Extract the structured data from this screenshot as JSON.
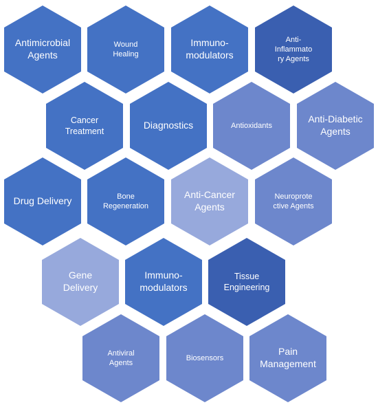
{
  "colors": {
    "medium_blue": "#4472c4",
    "dark_blue": "#3a5fb0",
    "periwinkle": "#6d87cc",
    "light_periwinkle": "#97a9dc"
  },
  "hexagons": [
    {
      "id": "antimicrobial-agents",
      "label": "Antimicrobial\nAgents",
      "color": "#4472c4"
    },
    {
      "id": "wound-healing",
      "label": "Wound\nHealing",
      "color": "#4472c4"
    },
    {
      "id": "immunomodulators-1",
      "label": "Immuno-\nmodulators",
      "color": "#4472c4"
    },
    {
      "id": "anti-inflammatory-agents",
      "label": "Anti-\nInflammato\nry Agents",
      "color": "#3a5fb0"
    },
    {
      "id": "cancer-treatment",
      "label": "Cancer\nTreatment",
      "color": "#4472c4"
    },
    {
      "id": "diagnostics",
      "label": "Diagnostics",
      "color": "#4472c4"
    },
    {
      "id": "antioxidants",
      "label": "Antioxidants",
      "color": "#6d87cc"
    },
    {
      "id": "anti-diabetic-agents",
      "label": "Anti-Diabetic\nAgents",
      "color": "#6d87cc"
    },
    {
      "id": "drug-delivery",
      "label": "Drug Delivery",
      "color": "#4472c4"
    },
    {
      "id": "bone-regeneration",
      "label": "Bone\nRegeneration",
      "color": "#4472c4"
    },
    {
      "id": "anti-cancer-agents",
      "label": "Anti-Cancer\nAgents",
      "color": "#97a9dc"
    },
    {
      "id": "neuroprotective-agents",
      "label": "Neuroprote\nctive Agents",
      "color": "#6d87cc"
    },
    {
      "id": "gene-delivery",
      "label": "Gene\nDelivery",
      "color": "#97a9dc"
    },
    {
      "id": "immunomodulators-2",
      "label": "Immuno-\nmodulators",
      "color": "#4472c4"
    },
    {
      "id": "tissue-engineering",
      "label": "Tissue\nEngineering",
      "color": "#3a5fb0"
    },
    {
      "id": "antiviral-agents",
      "label": "Antiviral\nAgents",
      "color": "#6d87cc"
    },
    {
      "id": "biosensors",
      "label": "Biosensors",
      "color": "#6d87cc"
    },
    {
      "id": "pain-management",
      "label": "Pain\nManagement",
      "color": "#6d87cc"
    }
  ]
}
